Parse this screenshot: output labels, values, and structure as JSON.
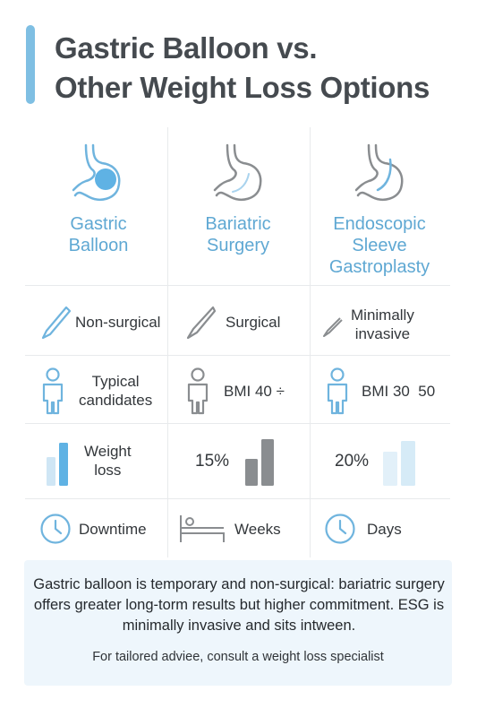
{
  "title": {
    "line1": "Gastric Balloon vs.",
    "line2": "Other Weight Loss Options"
  },
  "columns": [
    {
      "name_line1": "Gastric",
      "name_line2": "Balloon",
      "name_line3": "",
      "icon": "stomach-balloon-icon"
    },
    {
      "name_line1": "Bariatric",
      "name_line2": "Surgery",
      "name_line3": "",
      "icon": "stomach-icon"
    },
    {
      "name_line1": "Endoscopic",
      "name_line2": "Sleeve",
      "name_line3": "Gastroplasty",
      "icon": "stomach-sleeve-icon"
    }
  ],
  "rows": {
    "procedure": [
      "Non-surgical",
      "Surgical",
      "Minimally\ninvasive"
    ],
    "candidates": [
      "Typical\ncandidates",
      "BMI 40 ÷",
      "BMI 30  50"
    ],
    "weight_loss": [
      "Weight\nloss",
      "15%",
      "20%"
    ],
    "downtime": [
      "Downtime",
      "Weeks",
      "Days"
    ]
  },
  "weight_loss_levels": [
    0.85,
    0.92,
    0.9
  ],
  "colors": {
    "accent": "#5fa8d3",
    "accent_light": "#a9d3ee",
    "gray": "#8a8d90",
    "note_bg": "#eef6fc"
  },
  "note": {
    "main": "Gastric balloon is temporary and non-surgical: bariatric surgery offers greater long-torm results but higher commitment. ESG is minimally invasive and sits intween.",
    "sub": "For tailored adviee, consult a weight loss specialist"
  }
}
